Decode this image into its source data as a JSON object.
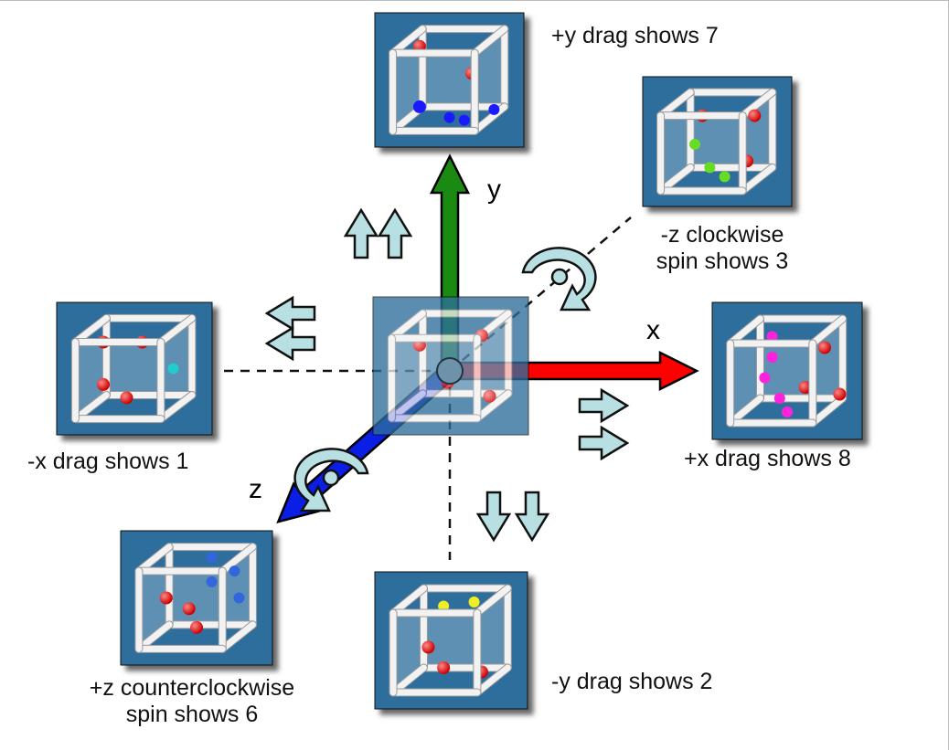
{
  "axes": {
    "x": {
      "label": "x",
      "color": "#ff0000"
    },
    "y": {
      "label": "y",
      "color": "#1a8a12"
    },
    "z": {
      "label": "z",
      "color": "#0a1ee6"
    }
  },
  "panel_color": "#2e6e9c",
  "hollow_arrow_color": "#b8dfe2",
  "views": {
    "plus_y": {
      "line1": "+y drag shows 7",
      "dot_color": "#1a1aff"
    },
    "minus_z": {
      "line1": "-z clockwise",
      "line2": "spin shows 3",
      "dot_color": "#66dd22"
    },
    "minus_x": {
      "line1": "-x drag shows 1",
      "dot_color": "#22cccc"
    },
    "plus_x": {
      "line1": "+x drag shows 8",
      "dot_color": "#ff22dd"
    },
    "plus_z": {
      "line1": "+z counterclockwise",
      "line2": "spin shows 6",
      "dot_color": "#3366dd"
    },
    "minus_y": {
      "line1": "-y drag shows 2",
      "dot_color": "#eeee22"
    }
  }
}
